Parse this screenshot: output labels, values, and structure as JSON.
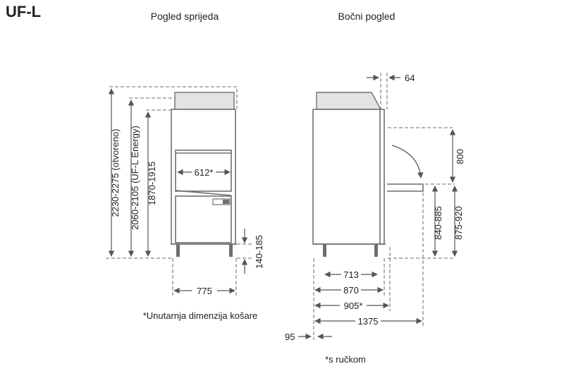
{
  "title": "UF-L",
  "views": {
    "front": "Pogled sprijeda",
    "side": "Bočni pogled"
  },
  "dimensions": {
    "height_open": "2230-2275 (otvoreno)",
    "height_energy": "2060-2105 (UF-L Energy)",
    "height_body": "1870-1915",
    "basket_inner_width": "612*",
    "feet_height": "140-185",
    "front_width": "775",
    "top_offset": "64",
    "door_height": "800",
    "handle_height_low": "840-885",
    "handle_height_high": "875-920",
    "side_depth_713": "713",
    "side_depth_870": "870",
    "side_depth_905": "905*",
    "side_depth_1375": "1375",
    "side_offset_95": "95"
  },
  "notes": {
    "basket_note": "*Unutarnja dimenzija košare",
    "handle_note": "*s ručkom"
  },
  "colors": {
    "frame": "#6f6f6f",
    "top_panel": "#e3e3e3",
    "dashed": "#8a8a8a"
  }
}
